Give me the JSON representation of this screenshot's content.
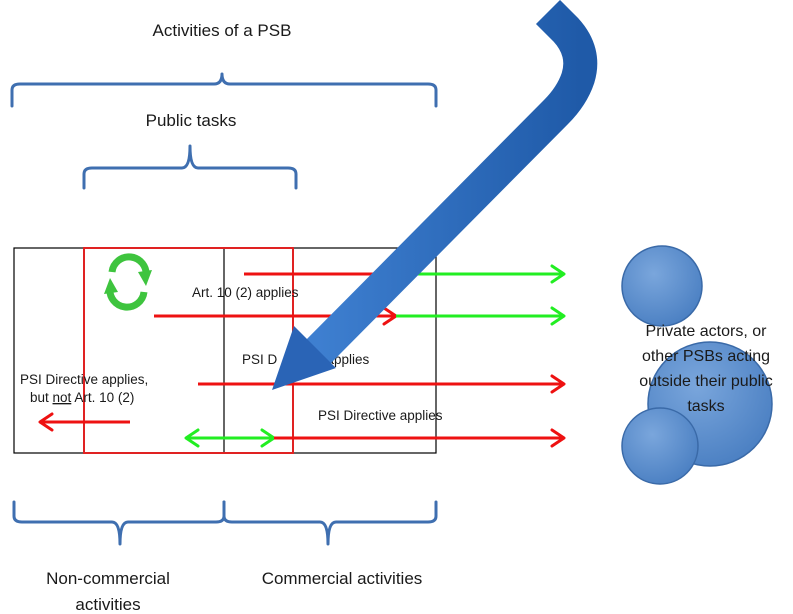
{
  "labels": {
    "activities_psb": "Activities of a PSB",
    "public_tasks": "Public tasks",
    "art10_applies": "Art. 10 (2) applies",
    "psi_directive_applies_1": "PSI D",
    "psi_directive_applies_1_tail": "e applies",
    "psi_directive_applies_2": "PSI Directive applies",
    "left_note_line1": "PSI Directive applies,",
    "left_note_line2_pre": "but ",
    "left_note_line2_not": "not",
    "left_note_line2_post": " Art. 10 (2)",
    "noncommercial_line1": "Non-commercial",
    "noncommercial_line2": "activities",
    "commercial": "Commercial activities",
    "bubble_line1": "Private actors, or",
    "bubble_line2": "other PSBs acting",
    "bubble_line3": "outside their public",
    "bubble_line4": "tasks"
  },
  "colors": {
    "brace": "#3f6fb0",
    "red": "#ee1111",
    "green": "#22ee22",
    "bubble": "#5b8fd0",
    "big_arrow": "#2e6cc0"
  },
  "icons": {
    "recycle": "green-refresh-icon"
  }
}
